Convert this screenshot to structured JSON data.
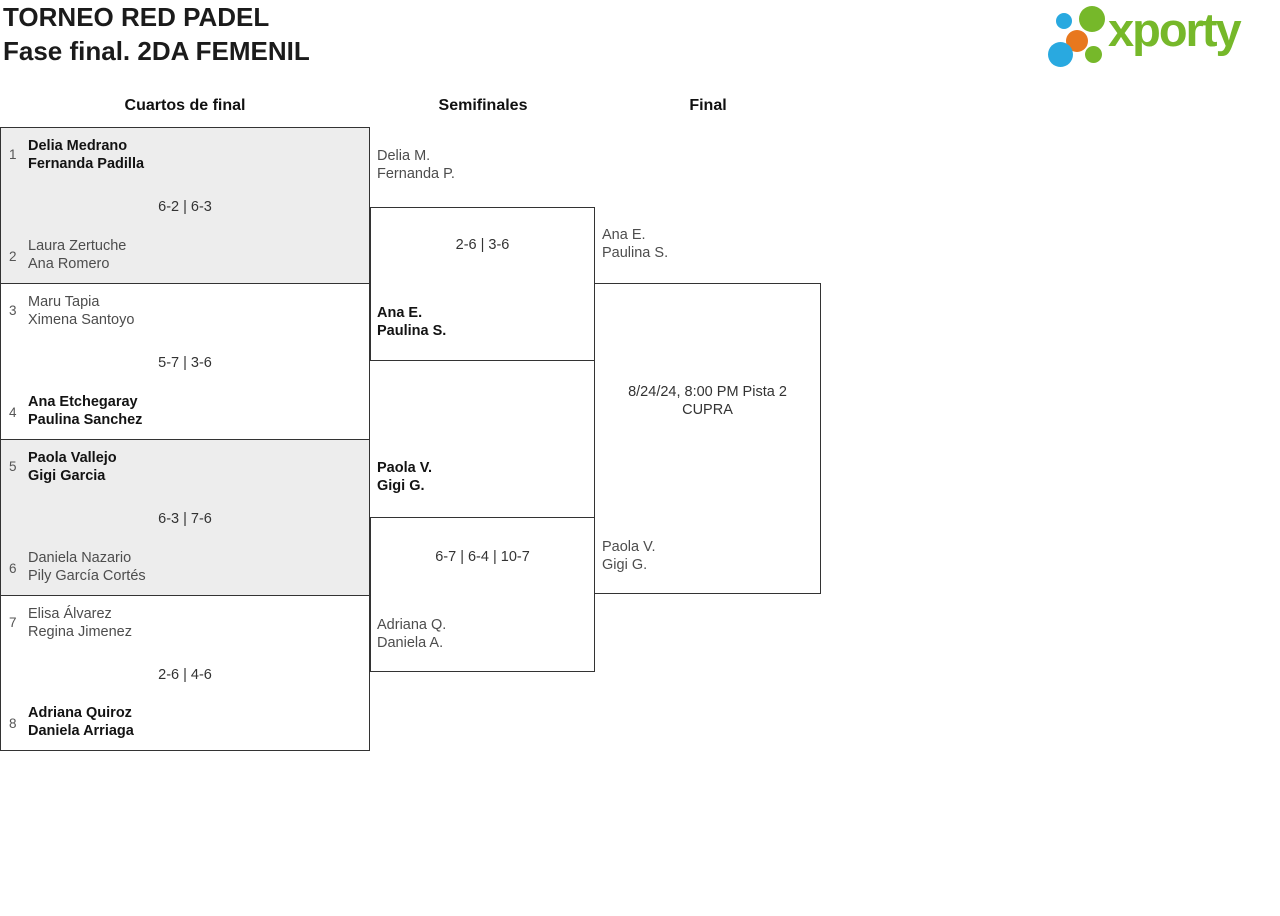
{
  "header": {
    "title": "TORNEO RED PADEL",
    "subtitle": "Fase final. 2DA FEMENIL",
    "logo_text": "xporty"
  },
  "columns": {
    "quarterfinals": "Cuartos de final",
    "semifinals": "Semifinales",
    "final": "Final"
  },
  "colors": {
    "logo_green": "#76b82a",
    "logo_blue": "#29a9e0",
    "logo_orange": "#e8781e",
    "box_fill_gray": "#ededed",
    "box_border": "#333333",
    "winner_text": "#131313",
    "loser_text": "#4d4d4d"
  },
  "quarterfinals": [
    {
      "seed_top": "1",
      "team_top": [
        "Delia Medrano",
        "Fernanda Padilla"
      ],
      "score": "6-2 | 6-3",
      "seed_bottom": "2",
      "team_bottom": [
        "Laura Zertuche",
        "Ana Romero"
      ]
    },
    {
      "seed_top": "3",
      "team_top": [
        "Maru Tapia",
        "Ximena Santoyo"
      ],
      "score": "5-7 | 3-6",
      "seed_bottom": "4",
      "team_bottom": [
        "Ana Etchegaray",
        "Paulina Sanchez"
      ]
    },
    {
      "seed_top": "5",
      "team_top": [
        "Paola Vallejo",
        "Gigi Garcia"
      ],
      "score": "6-3 | 7-6",
      "seed_bottom": "6",
      "team_bottom": [
        "Daniela Nazario",
        "Pily García Cortés"
      ]
    },
    {
      "seed_top": "7",
      "team_top": [
        "Elisa Álvarez",
        "Regina Jimenez"
      ],
      "score": "2-6 | 4-6",
      "seed_bottom": "8",
      "team_bottom": [
        "Adriana Quiroz",
        "Daniela Arriaga"
      ]
    }
  ],
  "semifinals": [
    {
      "team_top": [
        "Delia M.",
        "Fernanda P."
      ],
      "score": "2-6 | 3-6",
      "team_bottom": [
        "Ana E.",
        "Paulina S."
      ],
      "advancing": [
        "Ana E.",
        "Paulina S."
      ]
    },
    {
      "team_top": [
        "Paola V.",
        "Gigi G."
      ],
      "score": "6-7 | 6-4 | 10-7",
      "team_bottom": [
        "Adriana Q.",
        "Daniela A."
      ],
      "advancing": [
        "Paola V.",
        "Gigi G."
      ]
    }
  ],
  "final": {
    "schedule_line1": "8/24/24, 8:00 PM Pista 2",
    "schedule_line2": "CUPRA"
  }
}
